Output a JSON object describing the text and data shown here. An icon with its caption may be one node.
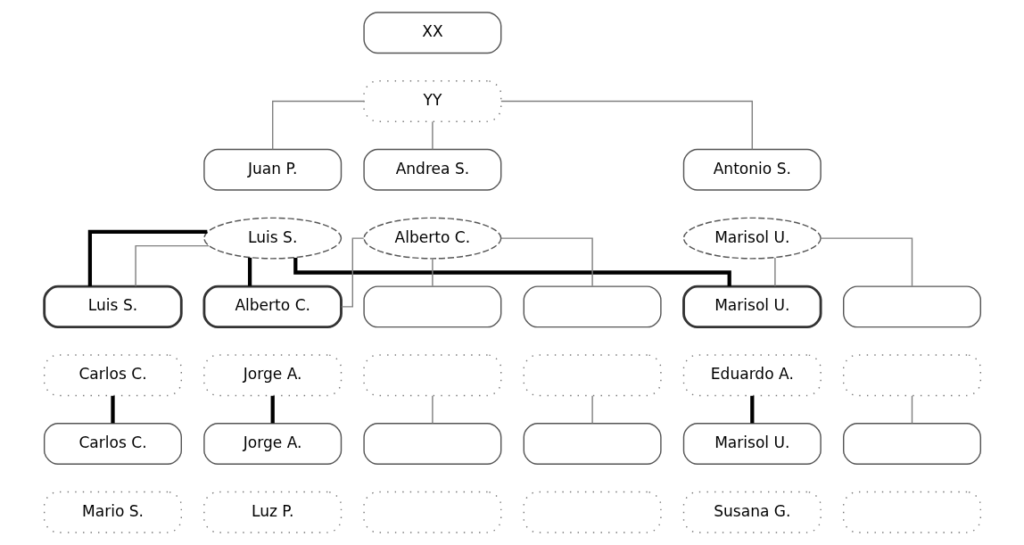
{
  "diagram": {
    "nodes": [
      {
        "text": [
          "XX"
        ]
      },
      {
        "text": [
          "YY"
        ]
      },
      {
        "text": [
          "Juan P."
        ]
      },
      {
        "text": [
          "Luis S."
        ]
      },
      {
        "text": [
          "Andrea S."
        ]
      },
      {
        "text": [
          "Alberto C."
        ]
      },
      {
        "text": [
          "Antonio S."
        ]
      },
      {
        "text": [
          "Marisol U."
        ]
      },
      {
        "text": [
          "Luis S."
        ]
      },
      {
        "text": [
          "Carlos C."
        ]
      },
      {
        "text": [
          "Carlos C."
        ]
      },
      {
        "text": [
          "Mario S."
        ]
      },
      {
        "text": [
          "Alberto C."
        ]
      },
      {
        "text": [
          "Jorge A."
        ]
      },
      {
        "text": [
          "Jorge A."
        ]
      },
      {
        "text": [
          "Luz P."
        ]
      },
      {
        "text": [
          "Marisol U."
        ]
      },
      {
        "text": [
          "Eduardo A."
        ]
      },
      {
        "text": [
          "Marisol U."
        ]
      },
      {
        "text": [
          "Susana G."
        ]
      },
      {
        "text": [],
        "shape": "box"
      },
      {
        "text": [],
        "shape": "box"
      },
      {
        "text": [],
        "shape": "box"
      },
      {
        "text": [],
        "shape": "box"
      },
      {
        "text": [],
        "shape": "box"
      },
      {
        "text": [],
        "shape": "box"
      },
      {
        "text": [],
        "shape": "box"
      },
      {
        "text": [],
        "shape": "box"
      },
      {
        "text": [],
        "shape": "box"
      },
      {
        "text": [],
        "shape": "box"
      },
      {
        "text": [],
        "shape": "box"
      },
      {
        "text": [],
        "shape": "box"
      }
    ],
    "edges": [
      {
        "from": 1,
        "to": 2,
        "arrow": "none"
      },
      {
        "from": 1,
        "to": 4,
        "arrow": "none"
      },
      {
        "from": 1,
        "to": 6,
        "arrow": "none"
      },
      {
        "from": 3,
        "to": 8,
        "arrow": "none",
        "style": "thick",
        "color": "#000000"
      },
      {
        "from": 3,
        "to": 12,
        "arrow": "none",
        "style": "thick",
        "color": "#000000"
      },
      {
        "from": 3,
        "to": 16,
        "arrow": "none",
        "style": "thick",
        "color": "#000000"
      },
      {
        "from": 3,
        "to": 8,
        "arrow": "none"
      },
      {
        "from": 5,
        "to": 12,
        "arrow": "none"
      },
      {
        "from": 7,
        "to": 16,
        "arrow": "none"
      },
      {
        "from": 5,
        "to": 20,
        "arrow": "none"
      },
      {
        "from": 5,
        "to": 21,
        "arrow": "none"
      },
      {
        "from": 7,
        "to": 22,
        "arrow": "none"
      },
      {
        "from": 9,
        "to": 10,
        "arrow": "none",
        "style": "thick",
        "color": "#000000"
      },
      {
        "from": 13,
        "to": 14,
        "arrow": "none",
        "style": "thick",
        "color": "#000000"
      },
      {
        "from": 17,
        "to": 18,
        "arrow": "none",
        "style": "thick",
        "color": "#000000"
      },
      {
        "from": 23,
        "to": 26,
        "arrow": "none"
      },
      {
        "from": 24,
        "to": 27,
        "arrow": "none"
      },
      {
        "from": 25,
        "to": 28,
        "arrow": "none"
      }
    ]
  }
}
